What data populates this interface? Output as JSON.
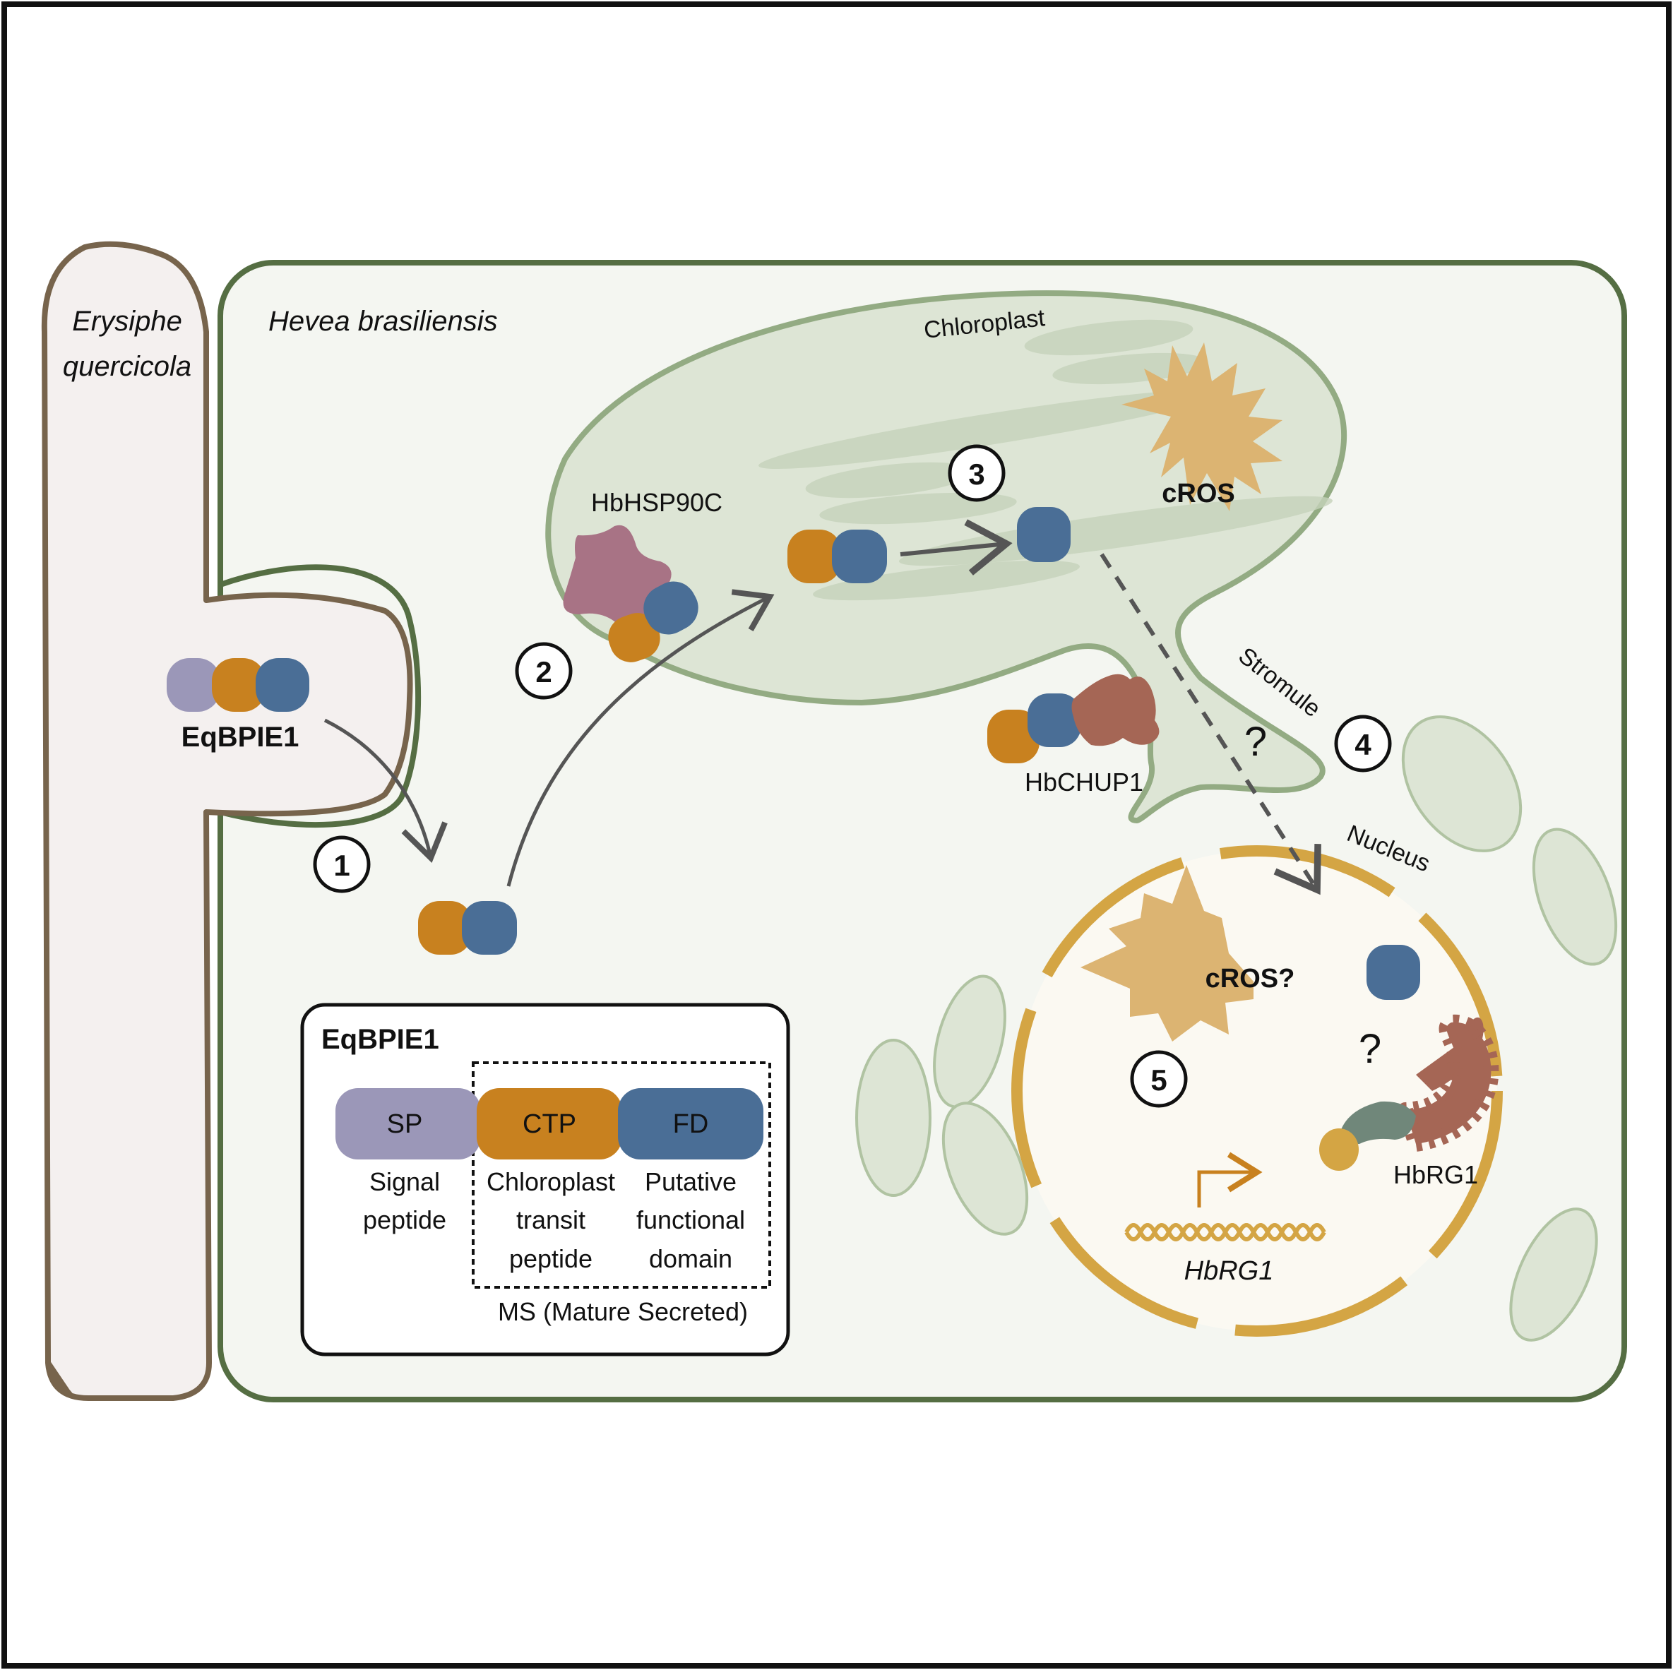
{
  "organisms": {
    "pathogen": "Erysiphe",
    "pathogen_line2": "quercicola",
    "host": "Hevea brasiliensis"
  },
  "compartments": {
    "chloroplast": "Chloroplast",
    "stromule": "Stromule",
    "nucleus": "Nucleus"
  },
  "proteins": {
    "effector": "EqBPIE1",
    "hsp90c": "HbHSP90C",
    "chup1": "HbCHUP1",
    "rg1_protein": "HbRG1",
    "rg1_gene": "HbRG1"
  },
  "ros": {
    "chloroplast": "cROS",
    "nucleus": "cROS?"
  },
  "unknown_marks": [
    "?",
    "?"
  ],
  "steps": [
    "1",
    "2",
    "3",
    "4",
    "5"
  ],
  "legend": {
    "title": "EqBPIE1",
    "domains": [
      {
        "abbr": "SP",
        "line1": "Signal",
        "line2": "peptide",
        "line3": "",
        "color": "#9b97b8"
      },
      {
        "abbr": "CTP",
        "line1": "Chloroplast",
        "line2": "transit",
        "line3": "peptide",
        "color": "#c8811f"
      },
      {
        "abbr": "FD",
        "line1": "Putative",
        "line2": "functional",
        "line3": "domain",
        "color": "#4a6e96"
      }
    ],
    "bracket_label": "MS (Mature Secreted)"
  },
  "colors": {
    "sp": "#9b97b8",
    "ctp": "#c8811f",
    "fd": "#4a6e96",
    "host_wall": "#556e43",
    "fungus_wall": "#77644c",
    "chloroplast_fill": "#dde5d5",
    "chloroplast_edge": "#93ab83",
    "ros": "#dcb472",
    "nucleus_edge": "#d4a544",
    "hsp90c": "#a87385",
    "chup1": "#a56655",
    "rg1": "#a56655"
  }
}
